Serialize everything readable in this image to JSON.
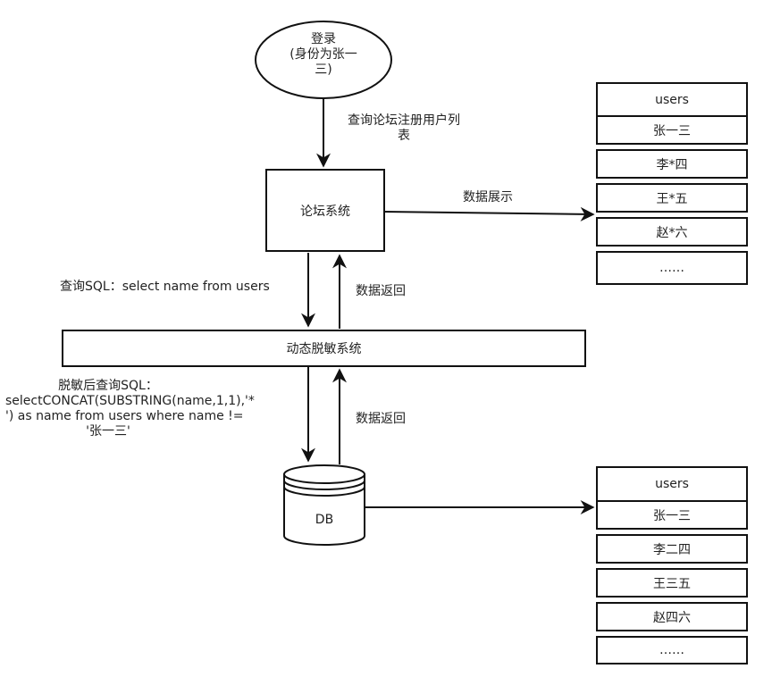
{
  "login": {
    "lines": [
      "登录",
      "(身份为张一",
      "三)"
    ]
  },
  "arrows": {
    "query_list": [
      "查询论坛注册用户列",
      "表"
    ],
    "data_display": "数据展示",
    "query_sql": "查询SQL：select name from users",
    "data_return_1": "数据返回",
    "data_return_2": "数据返回",
    "masked_sql": [
      "脱敏后查询SQL：",
      "selectCONCAT(SUBSTRING(name,1,1),'*",
      "') as name from users where name !=",
      "'张一三'"
    ]
  },
  "forum_system": "论坛系统",
  "masking_system": "动态脱敏系统",
  "db": "DB",
  "table_masked": {
    "header": "users",
    "rows": [
      "张一三",
      "李*四",
      "王*五",
      "赵*六",
      "……"
    ]
  },
  "table_raw": {
    "header": "users",
    "rows": [
      "张一三",
      "李二四",
      "王三五",
      "赵四六",
      "……"
    ]
  }
}
